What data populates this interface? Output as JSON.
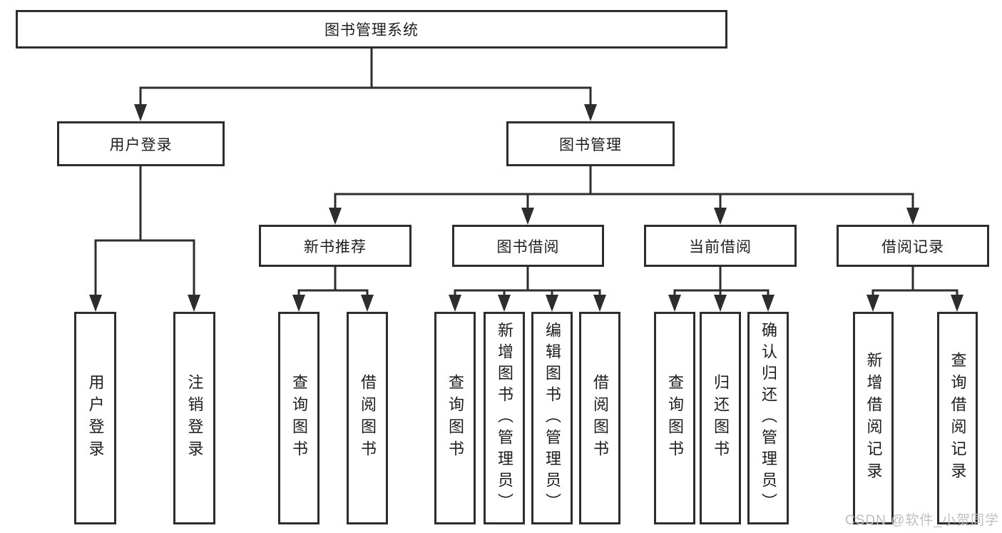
{
  "diagram": {
    "root": {
      "label": "图书管理系统"
    },
    "branches": [
      {
        "label": "用户登录",
        "children": [
          {
            "label": "用户登录"
          },
          {
            "label": "注销登录"
          }
        ]
      },
      {
        "label": "图书管理",
        "children": [
          {
            "label": "新书推荐",
            "children": [
              {
                "label": "查询图书"
              },
              {
                "label": "借阅图书"
              }
            ]
          },
          {
            "label": "图书借阅",
            "children": [
              {
                "label": "查询图书"
              },
              {
                "label": "新增图书（管理员）"
              },
              {
                "label": "编辑图书（管理员）"
              },
              {
                "label": "借阅图书"
              }
            ]
          },
          {
            "label": "当前借阅",
            "children": [
              {
                "label": "查询图书"
              },
              {
                "label": "归还图书"
              },
              {
                "label": "确认归还（管理员）"
              }
            ]
          },
          {
            "label": "借阅记录",
            "children": [
              {
                "label": "新增借阅记录"
              },
              {
                "label": "查询借阅记录"
              }
            ]
          }
        ]
      }
    ],
    "watermark": "CSDN @软件_小贺同学",
    "colors": {
      "line": "#2d2d2d",
      "text": "#1d1d1f",
      "watermark": "#bfbfbf",
      "background": "#ffffff"
    }
  }
}
